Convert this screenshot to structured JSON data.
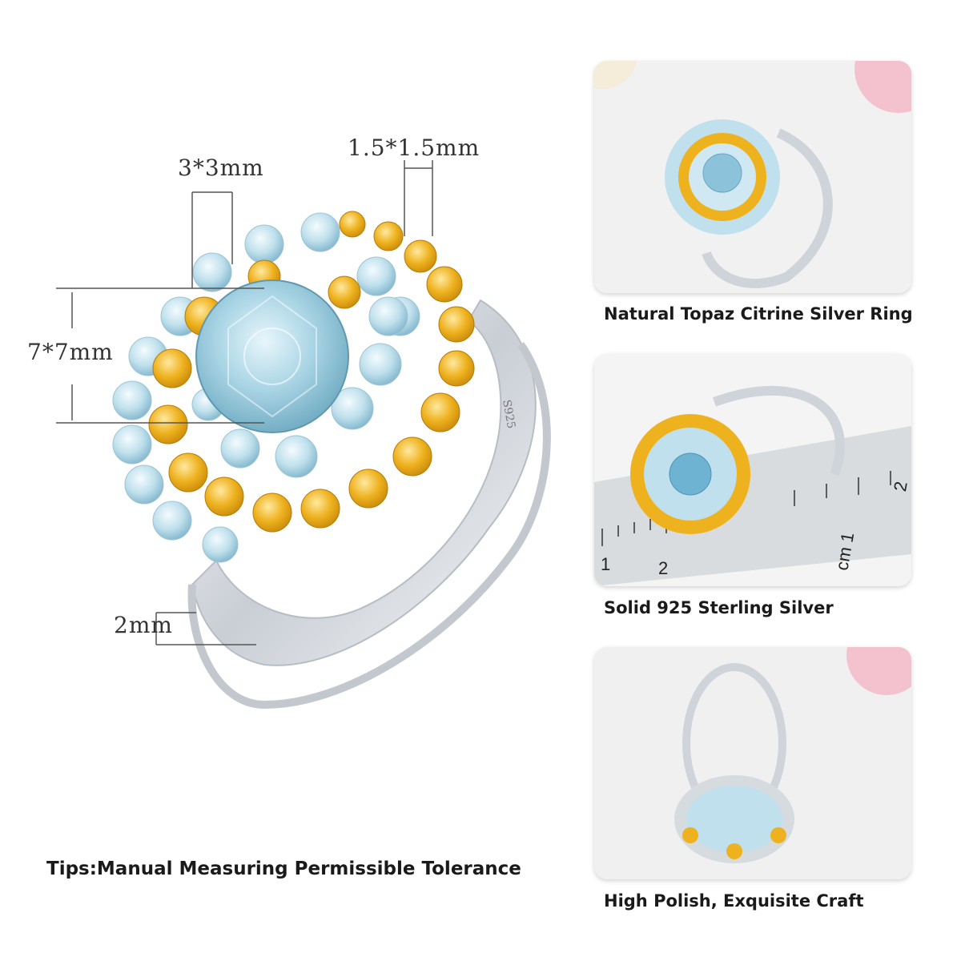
{
  "dimensions": {
    "center_stone": "7*7mm",
    "halo_stone": "3*3mm",
    "small_stone": "1.5*1.5mm",
    "band_width": "2mm"
  },
  "band_stamp": "S925",
  "tips": "Tips:Manual Measuring Permissible Tolerance",
  "cards": [
    {
      "caption": "Natural Topaz Citrine Silver Ring"
    },
    {
      "caption": "Solid 925 Sterling Silver",
      "ruler_labels": [
        "1",
        "2",
        "cm 1",
        "2"
      ]
    },
    {
      "caption": "High Polish, Exquisite Craft"
    }
  ],
  "colors": {
    "topaz": "#bfe0ec",
    "citrine": "#eeb21f",
    "silver": "#dfe3e8"
  }
}
